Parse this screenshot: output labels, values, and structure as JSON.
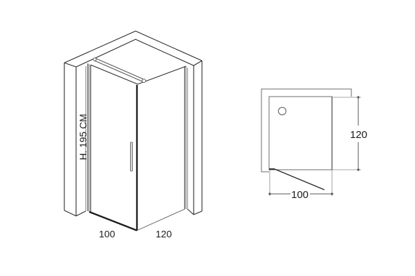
{
  "diagram": {
    "type": "shower-enclosure-technical-drawing",
    "colors": {
      "line": "#2a2a2a",
      "light_line": "#7a7a7a",
      "frame_dark": "#222222",
      "background": "#ffffff"
    },
    "isometric_view": {
      "height_label": "H. 195 CM",
      "width_left_label": "100",
      "width_right_label": "120"
    },
    "plan_view": {
      "depth_label": "120",
      "width_label": "100"
    }
  }
}
